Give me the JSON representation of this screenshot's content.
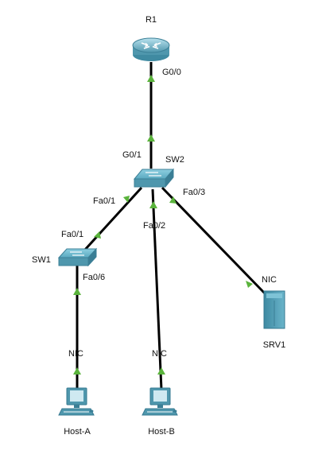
{
  "devices": {
    "r1": {
      "name": "R1",
      "type": "router",
      "icon": "router-icon"
    },
    "sw2": {
      "name": "SW2",
      "type": "switch",
      "icon": "switch-icon"
    },
    "sw1": {
      "name": "SW1",
      "type": "switch",
      "icon": "switch-icon"
    },
    "srv1": {
      "name": "SRV1",
      "type": "server",
      "icon": "server-icon"
    },
    "host_a": {
      "name": "Host-A",
      "type": "pc",
      "icon": "pc-icon"
    },
    "host_b": {
      "name": "Host-B",
      "type": "pc",
      "icon": "pc-icon"
    }
  },
  "ports": {
    "r1_g00": "G0/0",
    "sw2_g01": "G0/1",
    "sw2_fa01": "Fa0/1",
    "sw2_fa02": "Fa0/2",
    "sw2_fa03": "Fa0/3",
    "sw1_fa01": "Fa0/1",
    "sw1_fa06": "Fa0/6",
    "srv1_nic": "NIC",
    "host_a_nic": "NIC",
    "host_b_nic": "NIC"
  },
  "links": [
    {
      "from": "R1",
      "to": "SW2"
    },
    {
      "from": "SW2",
      "to": "SW1"
    },
    {
      "from": "SW2",
      "to": "Host-B"
    },
    {
      "from": "SW2",
      "to": "SRV1"
    },
    {
      "from": "SW1",
      "to": "Host-A"
    }
  ],
  "colors": {
    "link": "#000000",
    "link_up_indicator": "#5ab33c",
    "device_body": "#4f97ad",
    "device_highlight": "#9fd3e2"
  }
}
